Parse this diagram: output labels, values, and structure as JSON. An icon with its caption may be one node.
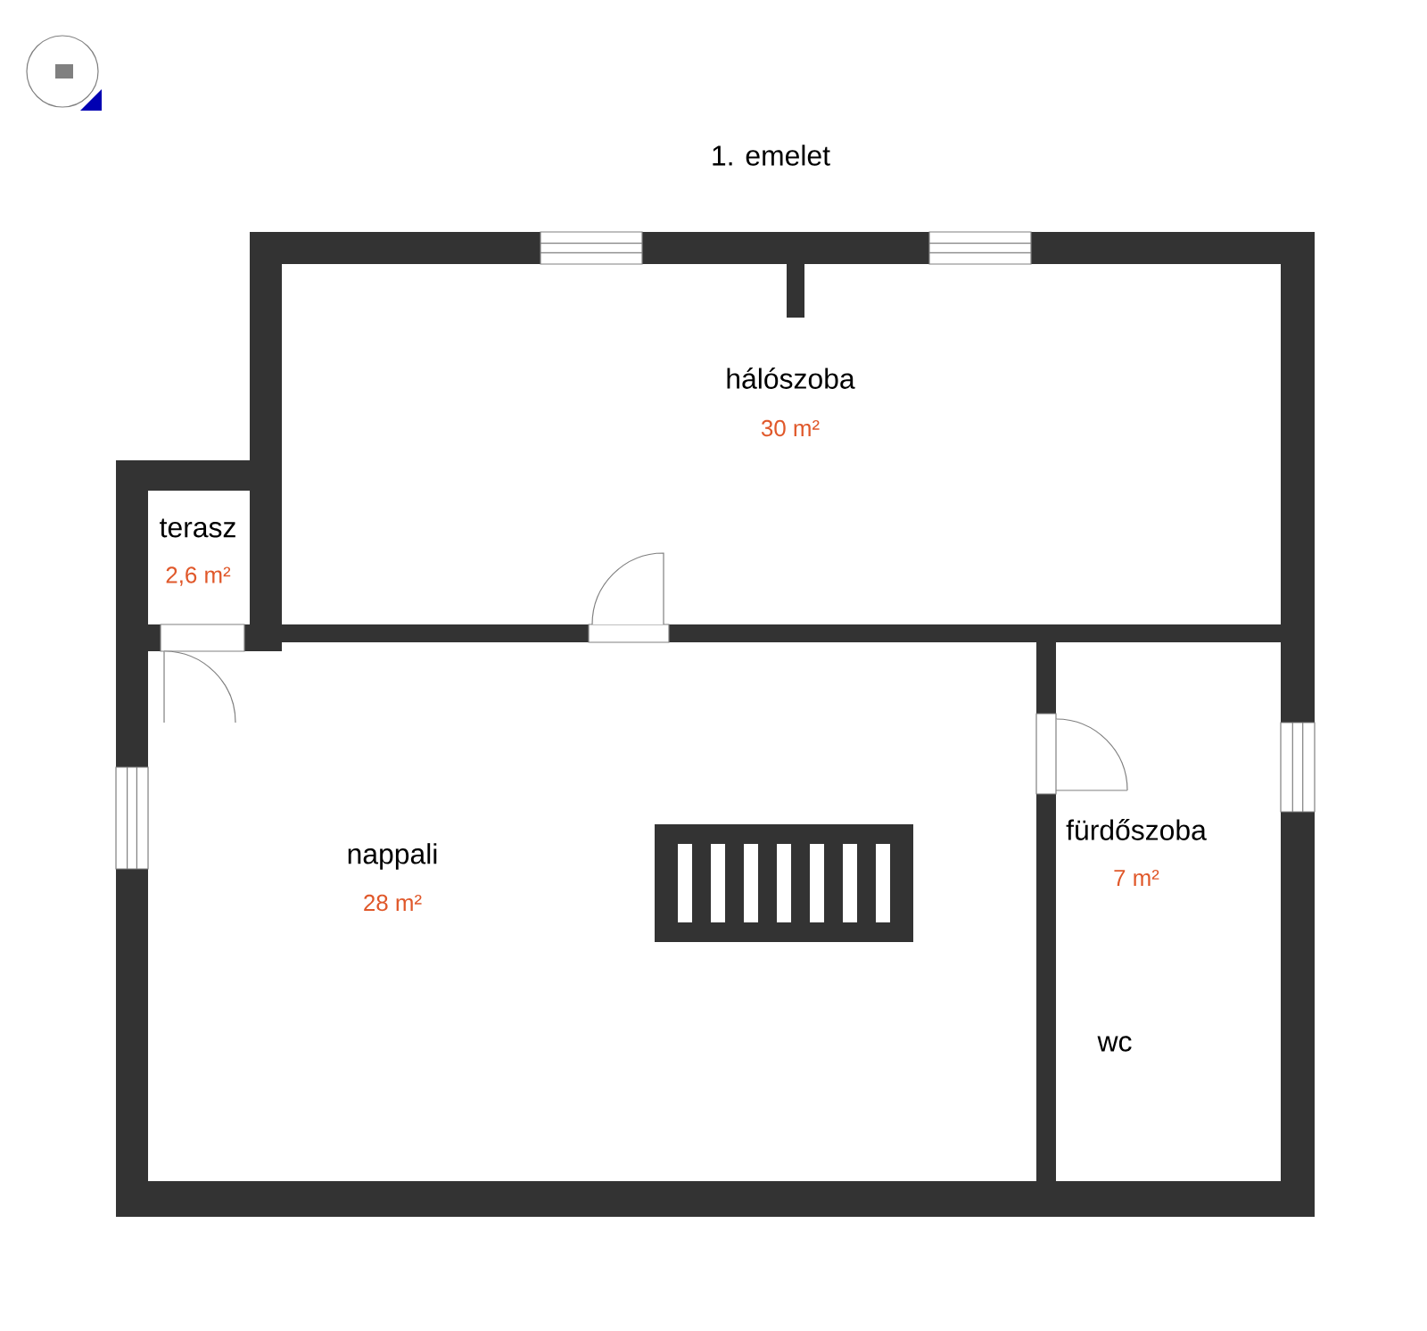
{
  "diagram": {
    "title": "1. emelet",
    "labels": [
      "hálószoba",
      "30 m²",
      "terasz",
      "2,6 m²",
      "nappali",
      "28 m²",
      "fürdőszoba",
      "7 m²",
      "wc"
    ]
  }
}
